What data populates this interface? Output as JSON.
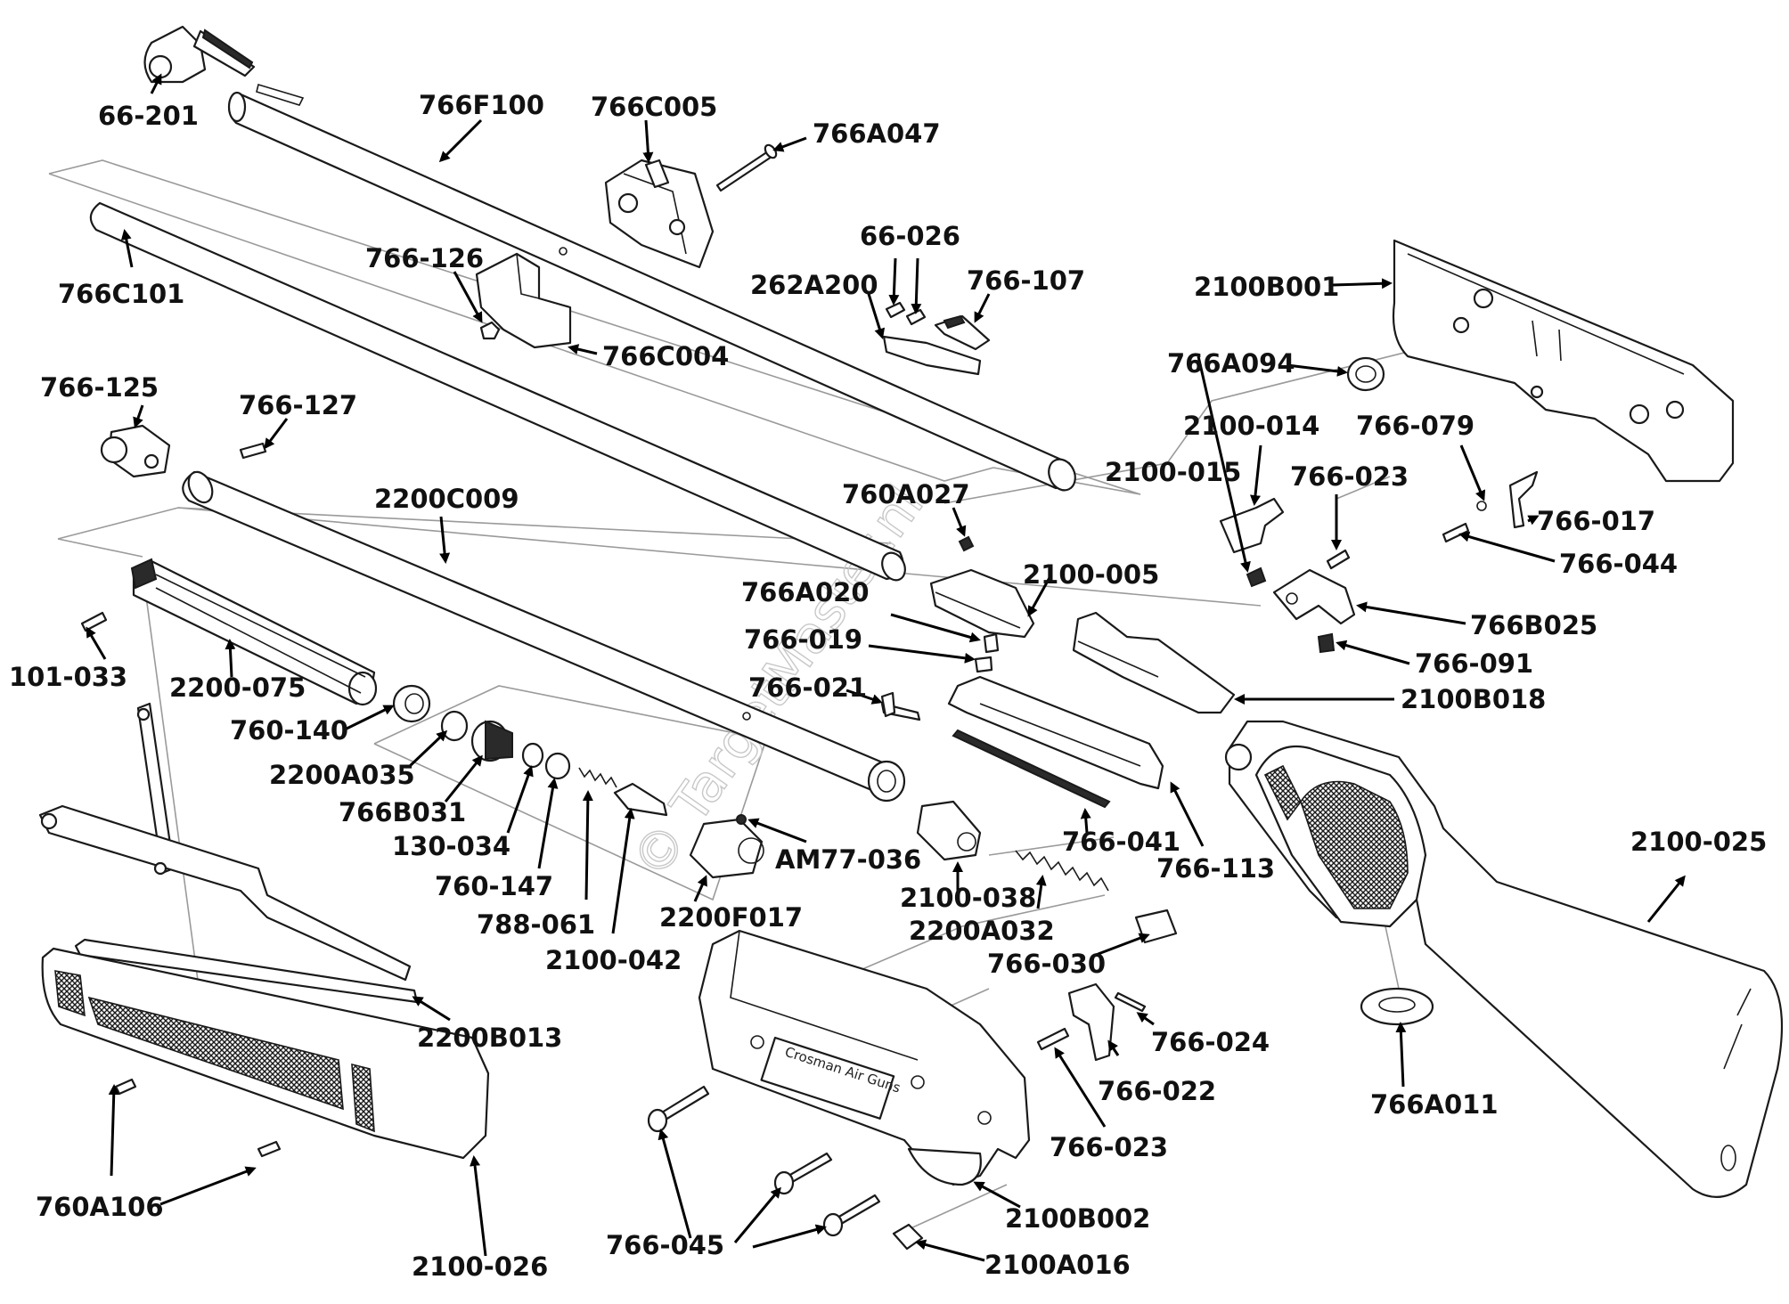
{
  "watermark": "© TargetMaster.nl",
  "brand_mark": "Crosman Air Guns",
  "labels": {
    "p66_201": "66-201",
    "p766F100": "766F100",
    "p766C005": "766C005",
    "p766A047": "766A047",
    "p766C101": "766C101",
    "p766_126": "766-126",
    "p766C004": "766C004",
    "p66_026": "66-026",
    "p262A200": "262A200",
    "p766_107": "766-107",
    "p2100B001": "2100B001",
    "p766A094": "766A094",
    "p766_125": "766-125",
    "p766_127": "766-127",
    "p2200C009": "2200C009",
    "p760A027": "760A027",
    "p2100_014": "2100-014",
    "p766_079": "766-079",
    "p2100_015": "2100-015",
    "p766_023a": "766-023",
    "p766_017": "766-017",
    "p766_044": "766-044",
    "p2100_005": "2100-005",
    "p766A020": "766A020",
    "p766B025": "766B025",
    "p766_019": "766-019",
    "p766_091": "766-091",
    "p101_033": "101-033",
    "p2200_075": "2200-075",
    "p766_021": "766-021",
    "p2100B018": "2100B018",
    "p760_140": "760-140",
    "p2200A035": "2200A035",
    "p766B031": "766B031",
    "p130_034": "130-034",
    "p760_147": "760-147",
    "p788_061": "788-061",
    "p2100_042": "2100-042",
    "pAM77_036": "AM77-036",
    "p2200F017": "2200F017",
    "p2100_038": "2100-038",
    "p2200A032": "2200A032",
    "p766_041": "766-041",
    "p766_113": "766-113",
    "p2100_025": "2100-025",
    "p766_030": "766-030",
    "p2200B013": "2200B013",
    "p766_024": "766-024",
    "p766_022": "766-022",
    "p766A011": "766A011",
    "p766_023b": "766-023",
    "p760A106": "760A106",
    "p2100B002": "2100B002",
    "p766_045": "766-045",
    "p2100A016": "2100A016",
    "p2100_026": "2100-026"
  }
}
